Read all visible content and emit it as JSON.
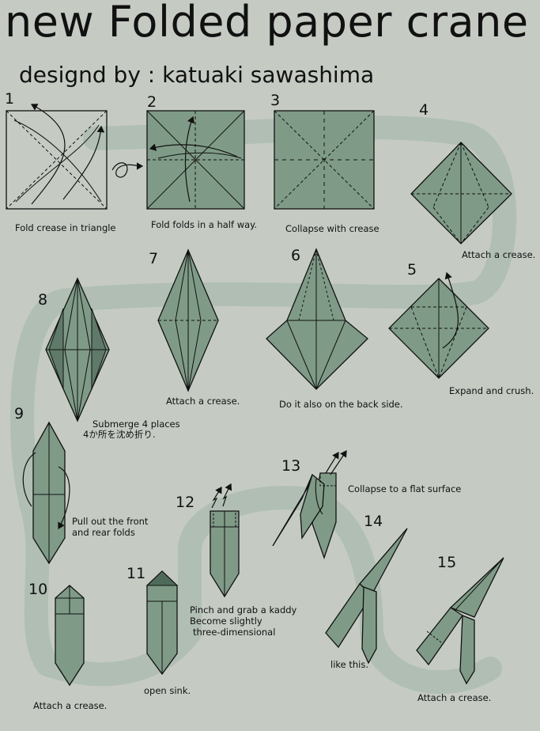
{
  "title": "new Folded paper crane",
  "subtitle": "designd by : katuaki sawashima",
  "steps": [
    {
      "num": "1",
      "caption": "Fold crease in triangle"
    },
    {
      "num": "2",
      "caption": "Fold folds in a half way."
    },
    {
      "num": "3",
      "caption": "Collapse with crease"
    },
    {
      "num": "4",
      "caption": "Attach a crease."
    },
    {
      "num": "5",
      "caption": "Expand and crush."
    },
    {
      "num": "6",
      "caption": "Do it also on the back side."
    },
    {
      "num": "7",
      "caption": "Attach a crease."
    },
    {
      "num": "8",
      "caption": "Submerge 4 places",
      "caption2": "4か所を沈め折り."
    },
    {
      "num": "9",
      "caption": "Pull out the front",
      "caption2": "and rear folds"
    },
    {
      "num": "10",
      "caption": "Attach a crease."
    },
    {
      "num": "11",
      "caption": "open sink."
    },
    {
      "num": "12",
      "caption": "Pinch and grab a kaddy",
      "caption2": "Become slightly",
      "caption3": "three-dimensional"
    },
    {
      "num": "13",
      "caption": "Collapse to a flat surface"
    },
    {
      "num": "14",
      "caption": "like this."
    },
    {
      "num": "15",
      "caption": "Attach a crease."
    }
  ],
  "colors": {
    "background": "#c5cbc3",
    "paper": "#7f9b87",
    "paper_dark": "#5f7a68",
    "path": "#adbdb2",
    "line": "#111111"
  }
}
